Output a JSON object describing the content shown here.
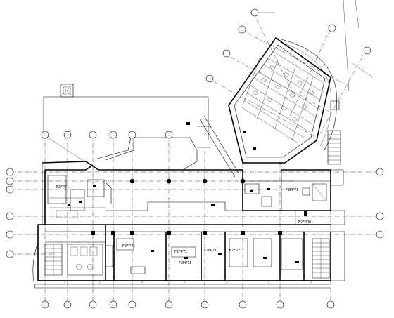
{
  "drawing": {
    "room_labels": [
      {
        "key": "r1",
        "text": "F2FP71"
      },
      {
        "key": "r2",
        "text": "F2FP71"
      },
      {
        "key": "r3",
        "text": "F2FP71"
      },
      {
        "key": "r4",
        "text": "F2FP71"
      },
      {
        "key": "r5",
        "text": "F2FP71"
      },
      {
        "key": "r6",
        "text": "F2FP71"
      },
      {
        "key": "r7",
        "text": "F2FP06"
      },
      {
        "key": "r8",
        "text": "F2FP71"
      }
    ]
  }
}
